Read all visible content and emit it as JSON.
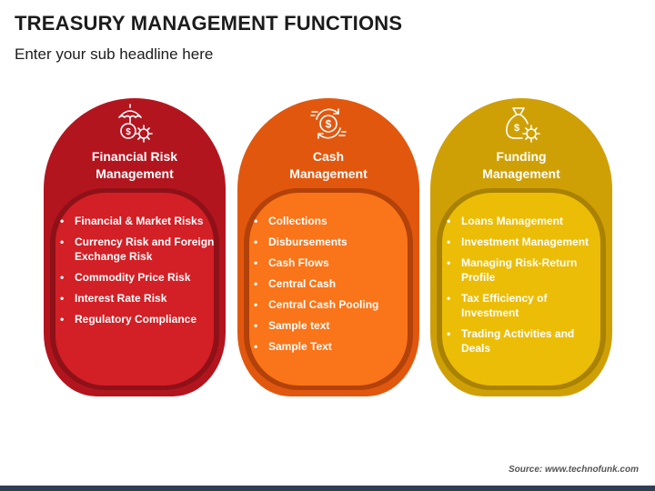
{
  "title": "TREASURY MANAGEMENT FUNCTIONS",
  "subtitle": "Enter your sub headline here",
  "cards": [
    {
      "icon": "umbrella-money-gear-icon",
      "title_line1": "Financial Risk",
      "title_line2": "Management",
      "color": "#b3151f",
      "items": [
        "Financial & Market Risks",
        "Currency Risk and Foreign Exchange Risk",
        "Commodity Price Risk",
        "Interest Rate Risk",
        "Regulatory Compliance"
      ]
    },
    {
      "icon": "dollar-cycle-icon",
      "title_line1": "Cash",
      "title_line2": "Management",
      "color": "#e2570e",
      "items": [
        "Collections",
        "Disbursements",
        "Cash Flows",
        "Central Cash",
        "Central Cash Pooling",
        "Sample text",
        "Sample Text"
      ]
    },
    {
      "icon": "money-bag-gear-icon",
      "title_line1": "Funding",
      "title_line2": "Management",
      "color": "#cfa005",
      "items": [
        "Loans Management",
        "Investment Management",
        "Managing Risk-Return Profile",
        "Tax Efficiency of Investment",
        "Trading Activities and Deals"
      ]
    }
  ],
  "source": "Source: www.technofunk.com"
}
